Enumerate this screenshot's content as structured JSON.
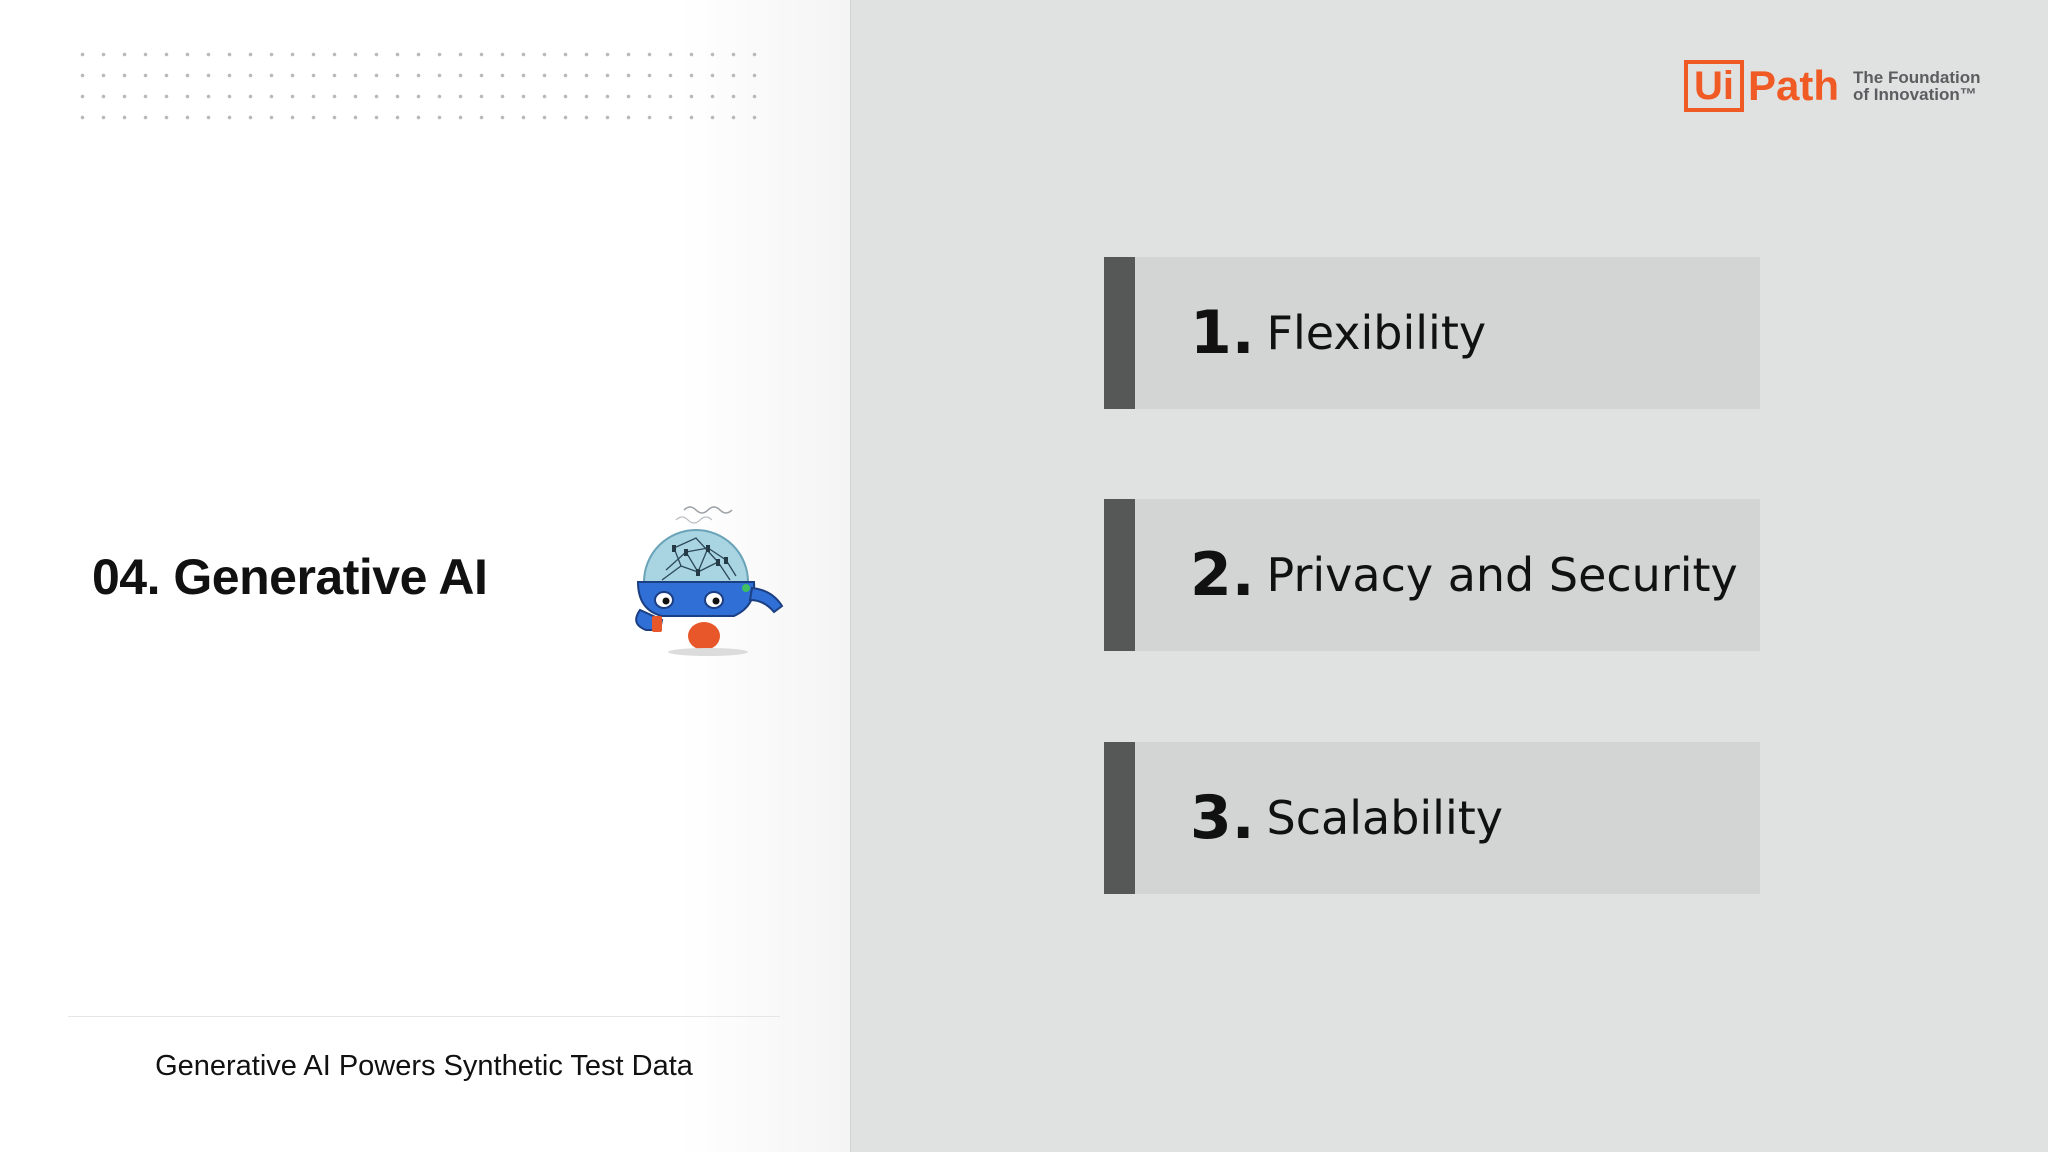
{
  "left_panel": {
    "section_title": "04. Generative AI",
    "footer_caption": "Generative AI Powers Synthetic Test Data"
  },
  "brand": {
    "ui": "Ui",
    "path": "Path",
    "tagline_line1": "The Foundation",
    "tagline_line2": "of Innovation™",
    "color": "#f05a24"
  },
  "list": {
    "items": [
      {
        "number": "1.",
        "label": "Flexibility"
      },
      {
        "number": "2.",
        "label": "Privacy and Security"
      },
      {
        "number": "3.",
        "label": "Scalability"
      }
    ]
  },
  "colors": {
    "right_background": "#e0e2e1",
    "item_background": "#d2d5d4",
    "item_bar": "#555856"
  }
}
